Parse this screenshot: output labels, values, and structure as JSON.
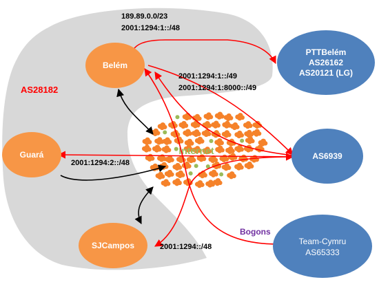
{
  "region": {
    "label": "AS28182",
    "label_color": "#ff0000",
    "fill": "#d8d8d8"
  },
  "colors": {
    "local_node": "#f79646",
    "remote_node": "#4f81bd",
    "link_red": "#ff0000",
    "link_black": "#000000",
    "bogons_label": "#7030a0",
    "cloud_orange": "#f5822a",
    "cloud_dot": "#9bbb59"
  },
  "cloud": {
    "icon": "internet-cloud-icon",
    "label": "Internet"
  },
  "nodes": {
    "belem": {
      "label": "Belém"
    },
    "guara": {
      "label": "Guará"
    },
    "sjcampos": {
      "label": "SJCampos"
    },
    "ptt": {
      "lines": [
        "PTTBelém",
        "AS26162",
        "AS20121 (LG)"
      ]
    },
    "as6939": {
      "label": "AS6939"
    },
    "cymru": {
      "lines": [
        "Team-Cymru",
        "AS65333"
      ]
    }
  },
  "prefixes": {
    "belem_top": [
      "189.89.0.0/23",
      "2001:1294:1::/48"
    ],
    "belem_mid": [
      "2001:1294:1::/49",
      "2001:1294:1:8000::/49"
    ],
    "guara": "2001:1294:2::/48",
    "sjcampos": "2001:1294::/48"
  },
  "bogons_label": "Bogons"
}
